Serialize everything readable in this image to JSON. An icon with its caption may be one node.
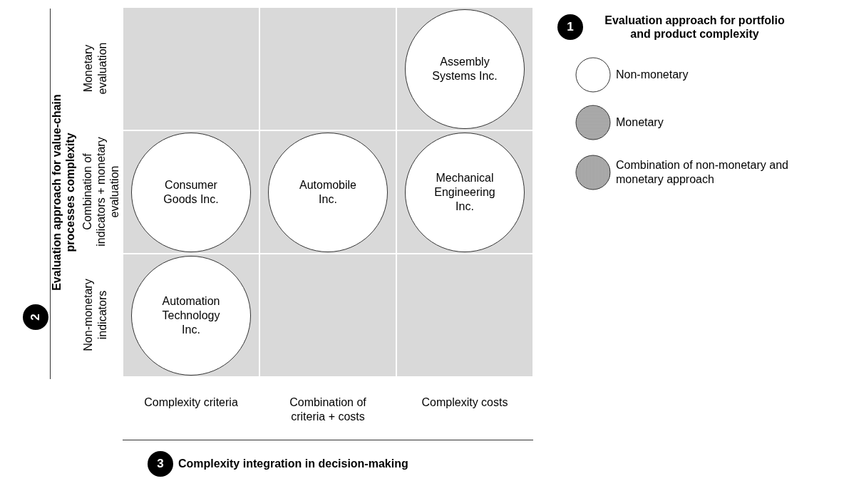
{
  "diagram": {
    "nodes": [
      {
        "text": [
          "1"
        ],
        "beside": [
          "Evaluation approach for portfolio and product complexity"
        ]
      },
      {
        "text": [
          "2"
        ],
        "beside": [
          "Evaluation approach for value-chain processes complexity"
        ]
      },
      {
        "text": [
          "3"
        ],
        "beside": [
          "Complexity integration in decision-making"
        ]
      },
      {
        "text": [
          "Assembly Systems Inc."
        ]
      },
      {
        "text": [
          "Consumer Goods Inc."
        ]
      },
      {
        "text": [
          "Automobile Inc."
        ]
      },
      {
        "text": [
          "Mechanical Engineering Inc."
        ]
      },
      {
        "text": [
          "Automation Technology Inc."
        ]
      }
    ],
    "edges": [],
    "labels": [
      "Monetary evaluation",
      "Combination of indicators + monetary evaluation",
      "Non-monetary indicators",
      "Complexity criteria",
      "Combination of criteria + costs",
      "Complexity costs"
    ],
    "legend": [
      {
        "text": "Non-monetary"
      },
      {
        "text": "Monetary"
      },
      {
        "text": "Combination of non-monetary and monetary approach"
      }
    ]
  }
}
